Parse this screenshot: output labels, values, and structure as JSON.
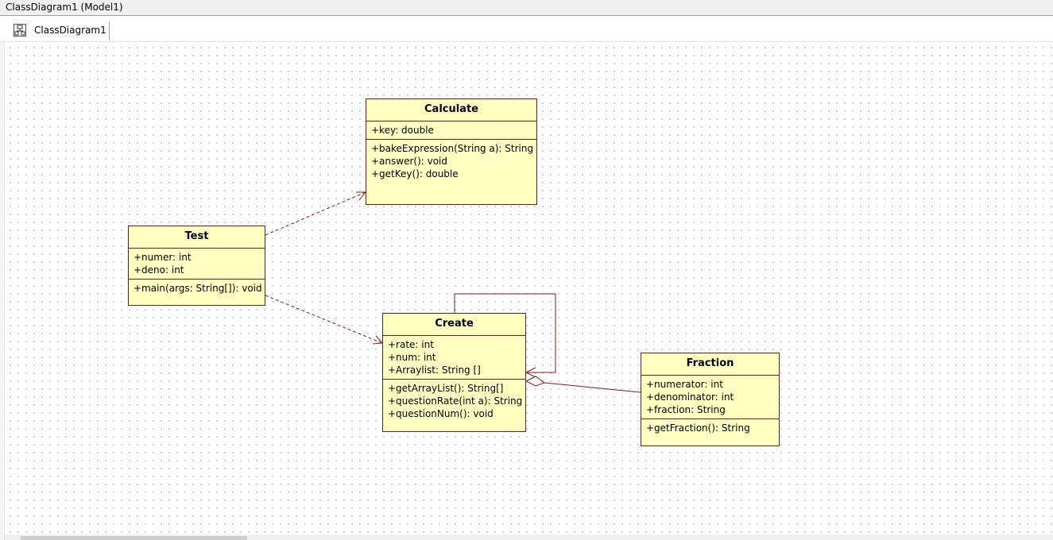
{
  "window": {
    "title": "ClassDiagram1 (Model1)"
  },
  "tab": {
    "label": "ClassDiagram1",
    "icon": "class-diagram-icon"
  },
  "colors": {
    "class_fill": "#ffffc2",
    "class_border": "#7b1818",
    "connector": "#8b1a1a"
  },
  "classes": {
    "calculate": {
      "name": "Calculate",
      "attributes": [
        "+key: double"
      ],
      "operations": [
        "+bakeExpression(String a): String",
        "+answer(): void",
        "+getKey(): double"
      ]
    },
    "test": {
      "name": "Test",
      "attributes": [
        "+numer: int",
        "+deno: int"
      ],
      "operations": [
        "+main(args: String[]): void"
      ]
    },
    "create": {
      "name": "Create",
      "attributes": [
        "+rate: int",
        "+num: int",
        "+Arraylist: String []"
      ],
      "operations": [
        "+getArrayList(): String[]",
        "+questionRate(int a): String",
        "+questionNum(): void"
      ]
    },
    "fraction": {
      "name": "Fraction",
      "attributes": [
        "+numerator: int",
        "+denominator: int",
        "+fraction: String"
      ],
      "operations": [
        "+getFraction(): String"
      ]
    }
  },
  "relationships": [
    {
      "type": "dependency",
      "from": "Test",
      "to": "Calculate"
    },
    {
      "type": "dependency",
      "from": "Test",
      "to": "Create"
    },
    {
      "type": "association",
      "from": "Create",
      "to": "Create"
    },
    {
      "type": "aggregation",
      "from": "Fraction",
      "to": "Create"
    }
  ]
}
